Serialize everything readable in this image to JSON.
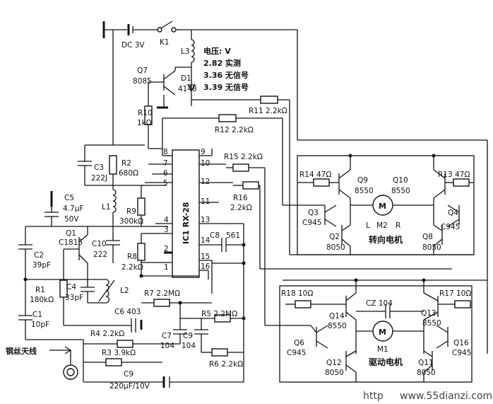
{
  "power": {
    "source": "DC 3V",
    "switch": "K1"
  },
  "voltage": {
    "title": "电压: V",
    "v1": "2.82 实测",
    "v2": "3.36 无信号",
    "v3": "3.39 无信号"
  },
  "ic": {
    "name": "IC1 RX-28",
    "pins": [
      "1",
      "2",
      "3",
      "4",
      "5",
      "6",
      "7",
      "8",
      "9",
      "10",
      "11",
      "12",
      "13",
      "14",
      "15",
      "16"
    ]
  },
  "parts": {
    "l3": "L3",
    "q7": "Q7",
    "q7v": "8085",
    "d1": "D1",
    "d1v": "4148",
    "r10": "R10",
    "r10v": "1kΩ",
    "r11": "R11  2.2kΩ",
    "r12": "R12  2.2kΩ",
    "c3": "C3",
    "c3v": "222J",
    "r2": "R2",
    "r2v": "680Ω",
    "r15": "R15  2.2kΩ",
    "r16": "R16",
    "r16v": "2.2kΩ",
    "c5": "C5",
    "c5v1": "4.7μF",
    "c5v2": "50V",
    "l1": "L1",
    "r9": "R9",
    "r9v": "300kΩ",
    "q1": "Q1",
    "q1v": "C1815",
    "c10": "C10",
    "c10v": "222",
    "c8": "C8",
    "c8v": "561",
    "c2": "C2",
    "c2v": "39pF",
    "r8": "R8",
    "r8v": "2.2kΩ",
    "r1": "R1",
    "r1v": "180kΩ",
    "c4": "C4",
    "c4v": "33pF",
    "l2": "L2",
    "r7": "R7  2.2MΩ",
    "c1": "C1",
    "c1v": "10pF",
    "c6": "C6  403",
    "r5": "R5  2.2MΩ",
    "r4": "R4  2.2kΩ",
    "c7": "C7",
    "c7v": "104",
    "c9": "C9",
    "c9v": "104",
    "r3": "R3  3.9kΩ",
    "r6": "R6  2.2kΩ",
    "c9b": "C9",
    "c9bv": "220μF/10V",
    "antenna": "钢丝天线"
  },
  "steer": {
    "r14": "R14  47Ω",
    "r13": "R13  47Ω",
    "q9": "Q9",
    "q9v": "8550",
    "q10": "Q10",
    "q10v": "8550",
    "q3": "Q3",
    "q3v": "C945",
    "q4": "Q4",
    "q4v": "C945",
    "q2": "Q2",
    "q2v": "8050",
    "q8": "Q8",
    "q8v": "8050",
    "motor": "M",
    "l": "L",
    "m2": "M2",
    "r": "R",
    "caption": "转向电机"
  },
  "drive": {
    "r18": "R18  10Ω",
    "r17": "R17  10Ω",
    "q14": "Q14",
    "q14v": "8550",
    "q13": "Q13",
    "q13v": "8550",
    "cz": "CZ  104",
    "q6": "Q6",
    "q6v": "C945",
    "q16": "Q16",
    "q16v": "C945",
    "q12": "Q12",
    "q12v": "8050",
    "q11": "Q11",
    "q11v": "8050",
    "motor": "M",
    "m1": "M1",
    "caption": "驱动电机"
  },
  "watermark": {
    "left": "http",
    "right": "www.55dianzi.com"
  }
}
